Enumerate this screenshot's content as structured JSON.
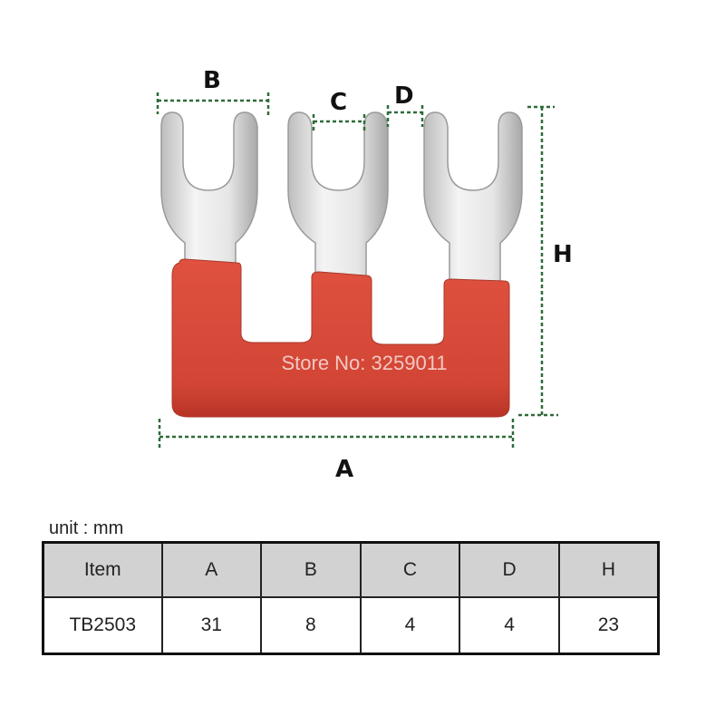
{
  "diagram": {
    "labels": {
      "a": "A",
      "b": "B",
      "c": "C",
      "d": "D",
      "h": "H"
    },
    "watermark": "Store No: 3259011",
    "colors": {
      "insulation": "#d94a3c",
      "metal": "#eeeeee",
      "metal_edge": "#9a9a9a",
      "dimension_line": "#2e6b3a"
    }
  },
  "spec_table": {
    "unit_label": "unit : mm",
    "headers": [
      "Item",
      "A",
      "B",
      "C",
      "D",
      "H"
    ],
    "rows": [
      [
        "TB2503",
        "31",
        "8",
        "4",
        "4",
        "23"
      ]
    ]
  }
}
